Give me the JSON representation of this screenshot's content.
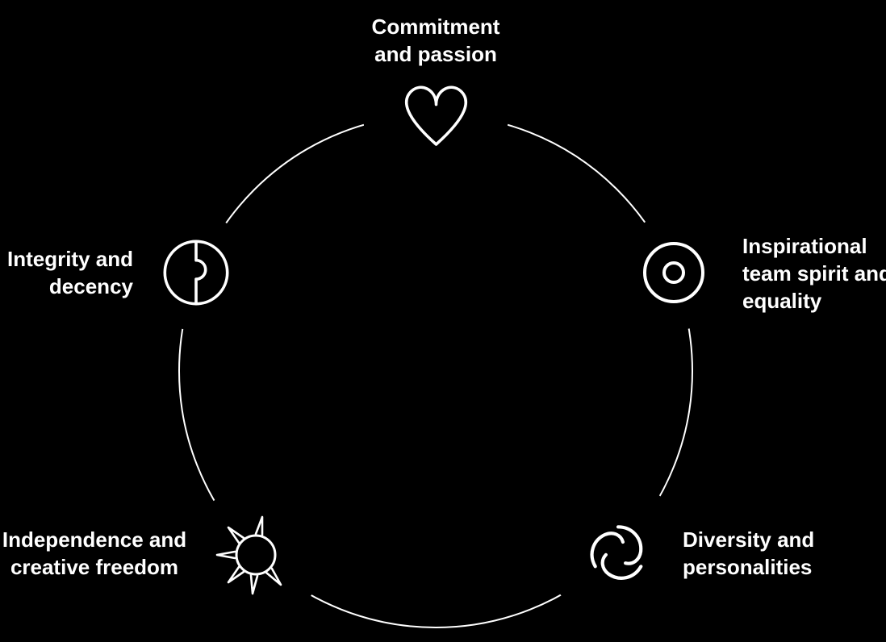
{
  "colors": {
    "background": "#000000",
    "line": "#ffffff"
  },
  "diagram": {
    "nodes": [
      {
        "id": "commitment",
        "label": "Commitment\nand passion",
        "icon": "heart-icon"
      },
      {
        "id": "team-spirit",
        "label": "Inspirational\nteam spirit and\nequality",
        "icon": "ring-icon"
      },
      {
        "id": "diversity",
        "label": "Diversity and\npersonalities",
        "icon": "spiral-icon"
      },
      {
        "id": "independence",
        "label": "Independence and\ncreative freedom",
        "icon": "sun-icon"
      },
      {
        "id": "integrity",
        "label": "Integrity and\ndecency",
        "icon": "puzzle-icon"
      }
    ]
  }
}
